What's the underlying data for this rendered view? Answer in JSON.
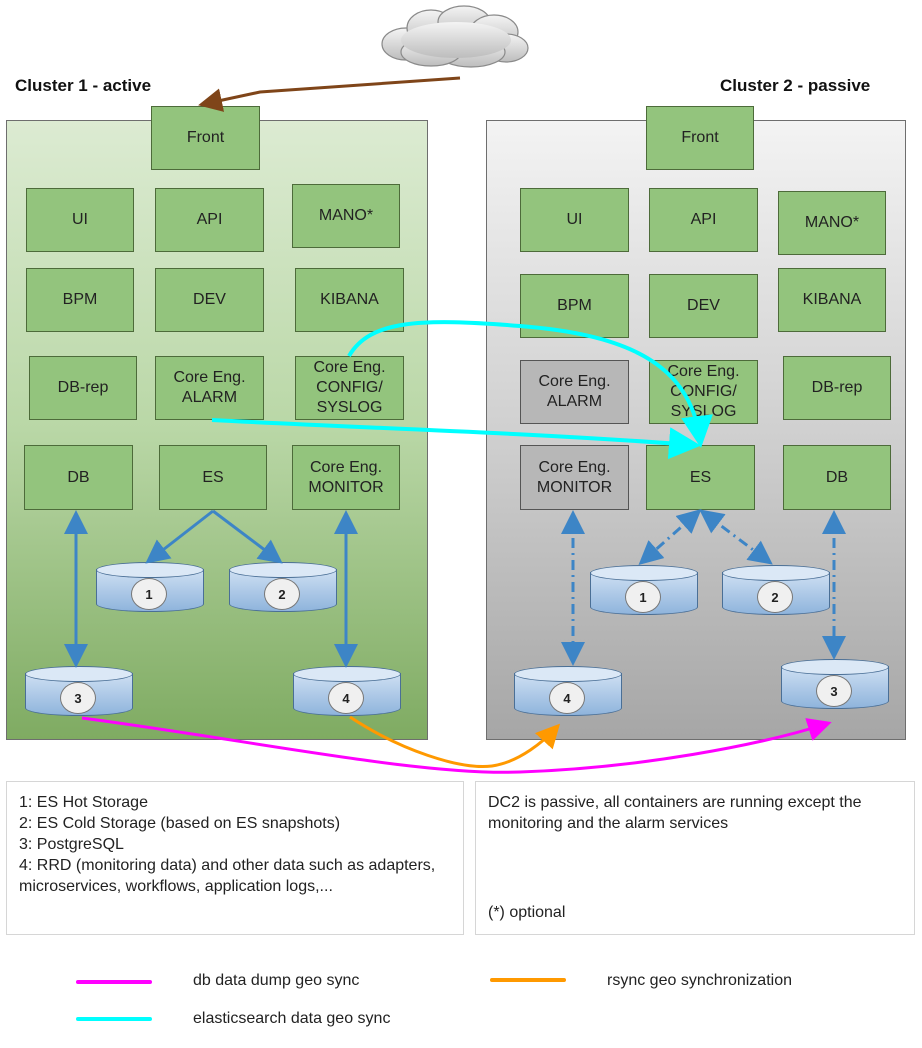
{
  "cluster1": {
    "title": "Cluster 1 - active",
    "front": "Front",
    "ui": "UI",
    "api": "API",
    "mano": "MANO*",
    "bpm": "BPM",
    "dev": "DEV",
    "kibana": "KIBANA",
    "db_rep": "DB-rep",
    "core_alarm": "Core Eng.\nALARM",
    "core_config": "Core Eng.\nCONFIG/\nSYSLOG",
    "db": "DB",
    "es": "ES",
    "core_monitor": "Core Eng.\nMONITOR",
    "storage": [
      "1",
      "2",
      "3",
      "4"
    ]
  },
  "cluster2": {
    "title": "Cluster 2 - passive",
    "front": "Front",
    "ui": "UI",
    "api": "API",
    "mano": "MANO*",
    "bpm": "BPM",
    "dev": "DEV",
    "kibana": "KIBANA",
    "core_alarm": "Core Eng.\nALARM",
    "core_config": "Core Eng.\nCONFIG/\nSYSLOG",
    "db_rep": "DB-rep",
    "core_monitor": "Core Eng.\nMONITOR",
    "es": "ES",
    "db": "DB",
    "storage": [
      "1",
      "2",
      "4",
      "3"
    ]
  },
  "notes": {
    "left": [
      "1: ES Hot Storage",
      "2: ES Cold Storage (based on ES snapshots)",
      "3: PostgreSQL",
      "4: RRD (monitoring data) and other data such as adapters, microservices, workflows, application logs,..."
    ],
    "right_main": "DC2 is passive, all containers are running except the monitoring and the alarm services",
    "right_footnote": "(*) optional"
  },
  "legend": [
    {
      "label": "db data dump  geo sync",
      "color": "#ff00ff"
    },
    {
      "label": "rsync geo synchronization",
      "color": "#ff9900"
    },
    {
      "label": "elasticsearch data geo sync",
      "color": "#00ffff"
    }
  ],
  "colors": {
    "component_green": "#93c47d",
    "component_gray": "#b7b7b7",
    "internal_link": "#3d85c6",
    "cloud_link": "#7f4519",
    "es_sync": "#00ffff",
    "db_sync": "#ff00ff",
    "rsync": "#ff9900"
  },
  "icons": {
    "cloud": "cloud-icon",
    "database": "database-cylinder-icon"
  }
}
